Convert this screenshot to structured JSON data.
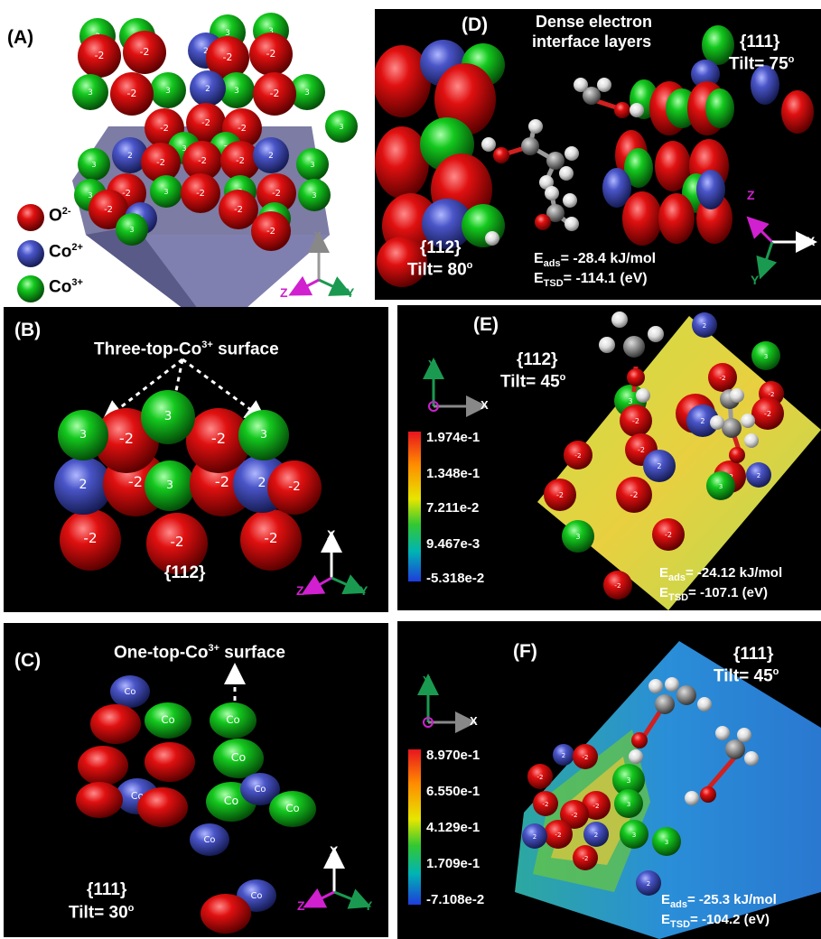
{
  "colors": {
    "O": "#e00000",
    "Co2": "#4a55c8",
    "Co3": "#14c81e",
    "bond": "#7a7a7a",
    "H": "#eeeeee"
  },
  "panelA": {
    "label": "(A)",
    "legend": [
      {
        "ion": "O",
        "charge": "2-",
        "color": "#e00000"
      },
      {
        "ion": "Co",
        "charge": "2+",
        "color": "#4a55c8"
      },
      {
        "ion": "Co",
        "charge": "3+",
        "color": "#14c81e"
      }
    ],
    "axes": {
      "up": "X",
      "left": "Z",
      "right": "Y"
    },
    "atom_labels": [
      "-2",
      "2",
      "3"
    ]
  },
  "panelB": {
    "label": "(B)",
    "title_pre": "Three-top-Co",
    "title_sup": "3+",
    "title_post": " surface",
    "facet": "{112}",
    "axes": {
      "up": "X",
      "left": "Z",
      "right": "Y"
    }
  },
  "panelC": {
    "label": "(C)",
    "title_pre": "One-top-Co",
    "title_sup": "3+",
    "title_post": " surface",
    "facet": "{111}",
    "tilt": "Tilt= 30",
    "deg": "o",
    "atom_label": "Co",
    "axes": {
      "up": "X",
      "left": "Z",
      "right": "Y"
    }
  },
  "panelD": {
    "label": "(D)",
    "title_line1": "Dense electron",
    "title_line2": "interface layers",
    "facet_right": "{111}",
    "tilt_right": "Tilt= 75",
    "facet_left": "{112}",
    "tilt_left": "Tilt= 80",
    "deg": "o",
    "eads_sub": "ads",
    "eads_val": "= -28.4 kJ/mol",
    "etsd_sub": "TSD",
    "etsd_val": "= -114.1 (eV)",
    "axes": {
      "up": "Z",
      "right": "X",
      "down": "Y"
    }
  },
  "panelE": {
    "label": "(E)",
    "facet": "{112}",
    "tilt": "Tilt= 45",
    "deg": "o",
    "colorbar": [
      "1.974e-1",
      "1.348e-1",
      "7.211e-2",
      "9.467e-3",
      "-5.318e-2"
    ],
    "eads_sub": "ads",
    "eads_val": "= -24.12 kJ/mol",
    "etsd_sub": "TSD",
    "etsd_val": "= -107.1 (eV)",
    "axes": {
      "up": "Y",
      "right": "X"
    }
  },
  "panelF": {
    "label": "(F)",
    "facet": "{111}",
    "tilt": "Tilt= 45",
    "deg": "o",
    "colorbar": [
      "8.970e-1",
      "6.550e-1",
      "4.129e-1",
      "1.709e-1",
      "-7.108e-2"
    ],
    "eads_sub": "ads",
    "eads_val": "= -25.3 kJ/mol",
    "etsd_sub": "TSD",
    "etsd_val": "= -104.2 (eV)",
    "axes": {
      "up": "Y",
      "right": "X"
    }
  }
}
